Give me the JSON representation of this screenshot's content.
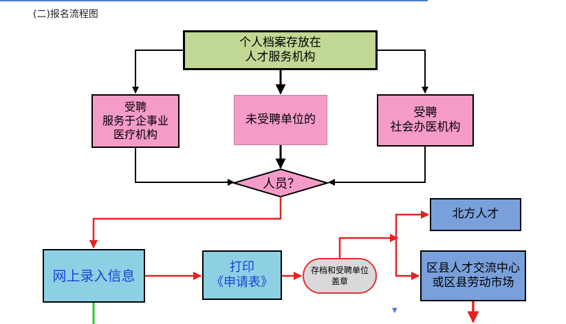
{
  "heading": "(二)报名流程图",
  "nodes": {
    "archive": "个人档案存放在\n人才服务机构",
    "hired_public": "受聘\n服务于企事业\n医疗机构",
    "not_hired": "未受聘单位的",
    "hired_private": "受聘\n社会办医机构",
    "person": "人员？",
    "online_entry": "网上录入信息",
    "print_form": "打印\n《申请表》",
    "stamp": "存档和受聘单位\n盖章",
    "north_talent": "北方人才",
    "district_center": "区县人才交流中心\n或区县劳动市场"
  },
  "colors": {
    "archive_fill": "#c2d895",
    "pink_fill": "#f59bc8",
    "cyan_fill": "#8ed0e3",
    "blue_fill": "#7aa0dc",
    "stamp_fill": "#d9d9d9",
    "red_line": "#e52222",
    "green_line": "#22cc22"
  }
}
